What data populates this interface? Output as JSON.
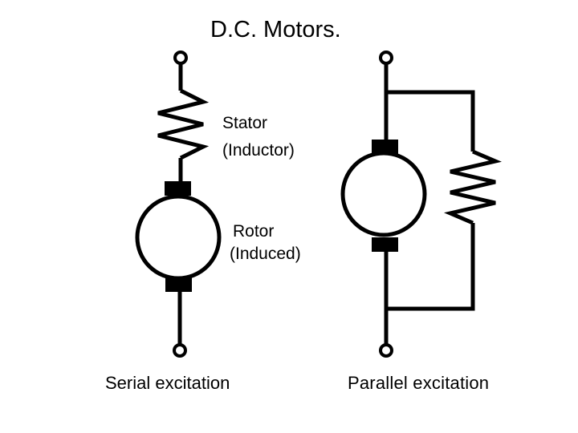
{
  "title": "D.C. Motors.",
  "stator": {
    "label": "Stator",
    "sublabel": "(Inductor)"
  },
  "rotor": {
    "label": "Rotor",
    "sublabel": "(Induced)"
  },
  "captions": {
    "serial": "Serial excitation",
    "parallel": "Parallel excitation"
  },
  "colors": {
    "line": "#000000",
    "background": "#ffffff"
  }
}
